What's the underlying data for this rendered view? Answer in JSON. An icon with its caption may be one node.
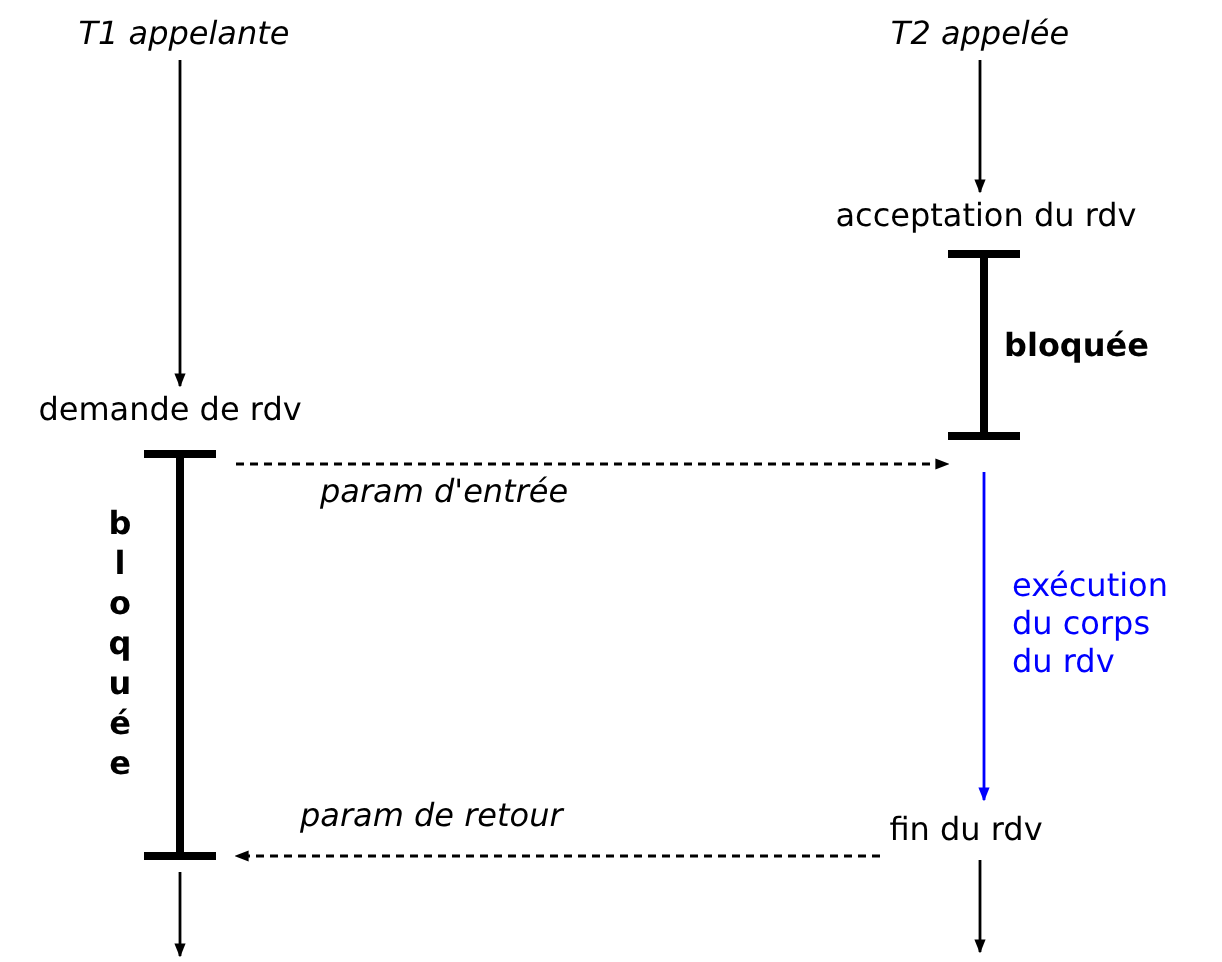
{
  "diagram": {
    "nodes": [
      {
        "text": [
          "T1 appelante"
        ]
      },
      {
        "text": [
          "T2 appelée"
        ]
      },
      {
        "text": [
          "demande de rdv"
        ]
      },
      {
        "text": [
          "acceptation du rdv"
        ]
      },
      {
        "text": [
          "fin du rdv"
        ]
      },
      {
        "text": [],
        "shape": "bar",
        "beside": [
          "bloquée"
        ]
      },
      {
        "text": [],
        "shape": "bar",
        "beside": [
          "bloquée"
        ]
      }
    ],
    "edges": [
      {
        "from": 0,
        "to": 2,
        "arrow": "to"
      },
      {
        "from": 1,
        "to": 3,
        "arrow": "to"
      },
      {
        "from": 6,
        "to": 5,
        "arrow": "to",
        "label": "param d'entrée",
        "style": "dashed"
      },
      {
        "from": 5,
        "to": 4,
        "arrow": "to",
        "label": "exécution du corps du rdv",
        "color": "#0000ff"
      },
      {
        "from": 4,
        "to": 6,
        "arrow": "to",
        "label": "param de retour",
        "style": "dashed"
      },
      {
        "from": 6,
        "to": null,
        "arrow": "to"
      },
      {
        "from": 4,
        "to": null,
        "arrow": "to"
      }
    ]
  }
}
